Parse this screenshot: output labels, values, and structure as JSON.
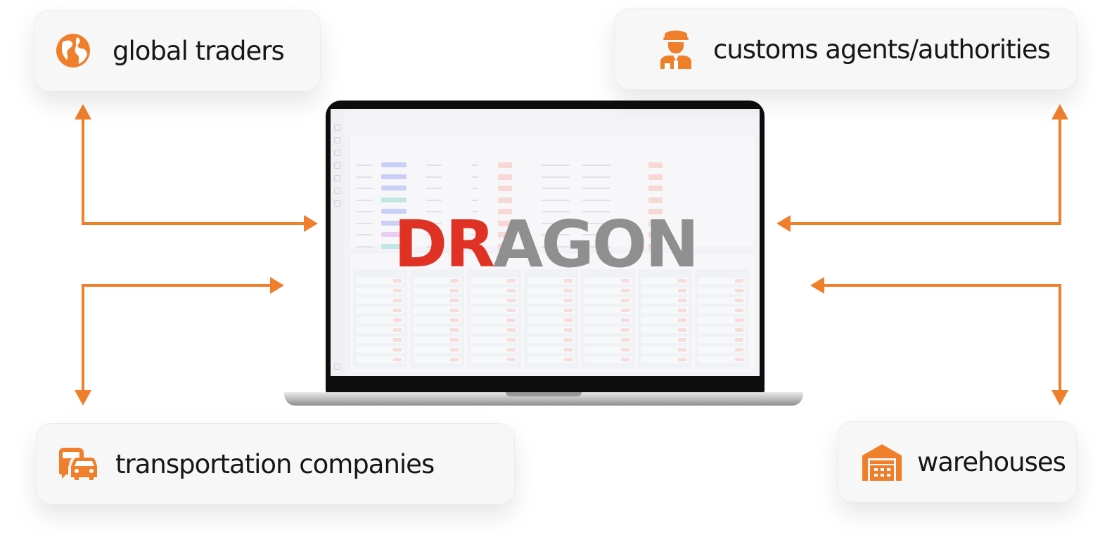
{
  "nodes": {
    "global_traders": {
      "label": "global traders",
      "icon": "globe-icon"
    },
    "customs": {
      "label": "customs agents/authorities",
      "icon": "customs-officer-icon"
    },
    "transportation": {
      "label": "transportation companies",
      "icon": "truck-car-icon"
    },
    "warehouses": {
      "label": "warehouses",
      "icon": "warehouse-icon"
    }
  },
  "brand": {
    "part1": "DR",
    "part2": "AGON"
  },
  "colors": {
    "accent": "#f07f2c",
    "brand_red": "#e03224",
    "brand_grey": "#8f8f8f",
    "card_bg": "#f7f7f7"
  }
}
